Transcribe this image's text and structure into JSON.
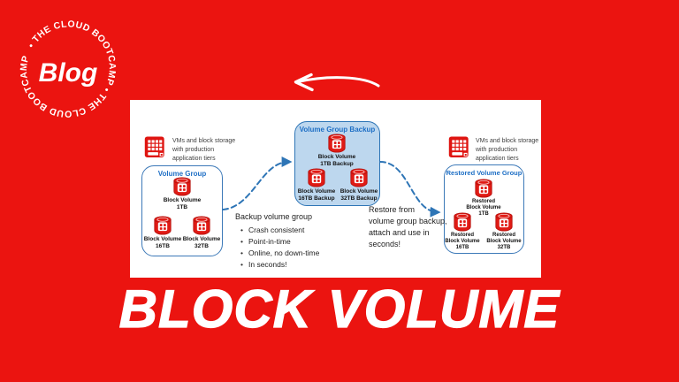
{
  "colors": {
    "background_red": "#EB1410",
    "panel_white": "#FFFFFF",
    "title_blue": "#1E6FC5",
    "box_border_blue": "#3C79B8",
    "backup_fill_blue": "#BDD7EE",
    "arrow_blue": "#2E75B6",
    "icon_red": "#E01B15",
    "icon_dark_red": "#B5100C"
  },
  "logo": {
    "ring_text": "• THE CLOUD BOOTCAMP • THE CLOUD BOOTCAMP",
    "center_text": "Blog"
  },
  "banner": {
    "title": "BLOCK VOLUME"
  },
  "diagram": {
    "left_caption": "VMs and block storage\nwith production\napplication tiers",
    "right_caption": "VMs and block storage\nwith production\napplication tiers",
    "volume_group": {
      "title": "Volume Group",
      "volumes": [
        "Block Volume\n1TB",
        "Block Volume\n16TB",
        "Block Volume\n32TB"
      ]
    },
    "backup_group": {
      "title": "Volume Group Backup",
      "volumes": [
        "Block Volume\n1TB Backup",
        "Block Volume\n16TB Backup",
        "Block Volume\n32TB Backup"
      ]
    },
    "restored_group": {
      "title": "Restored Volume Group",
      "volumes": [
        "Restored\nBlock Volume\n1TB",
        "Restored\nBlock Volume\n16TB",
        "Restored\nBlock Volume\n32TB"
      ]
    },
    "backup_note": {
      "heading": "Backup volume group",
      "bullets": [
        "Crash consistent",
        "Point-in-time",
        "Online, no down-time",
        "In seconds!"
      ]
    },
    "restore_note": "Restore from\nvolume group backup,\nattach and use in\nseconds!"
  }
}
